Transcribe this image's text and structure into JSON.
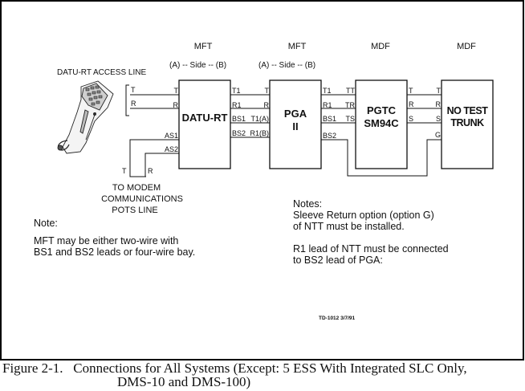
{
  "diagram": {
    "headers": {
      "col1": "MFT",
      "col2": "MFT",
      "col3": "MDF",
      "col4": "MDF",
      "side1": "(A) -- Side -- (B)",
      "side2": "(A) -- Side -- (B)"
    },
    "access_line_label": "DATU-RT ACCESS LINE",
    "handset_icon": "test-handset-icon",
    "boxes": {
      "datu": "DATU-RT",
      "pga_line1": "PGA",
      "pga_line2": "II",
      "pgtc_line1": "PGTC",
      "pgtc_line2": "SM94C",
      "ntt_line1": "NO TEST",
      "ntt_line2": "TRUNK"
    },
    "leads": {
      "access_t": "T",
      "access_r": "R",
      "datu_in_t": "T",
      "datu_in_r": "R",
      "datu_as1": "AS1",
      "datu_as2": "AS2",
      "datu_out_t1": "T1",
      "datu_out_r1": "R1",
      "datu_out_bs1": "BS1",
      "datu_out_bs2": "BS2",
      "pga_in_t": "T",
      "pga_in_r": "R",
      "pga_in_t1a": "T1(A)",
      "pga_in_r1b": "R1(B)",
      "pga_out_t1": "T1",
      "pga_out_r1": "R1",
      "pga_out_bs1": "BS1",
      "pga_out_bs2": "BS2",
      "pgtc_in_tt": "TT",
      "pgtc_in_tr": "TR",
      "pgtc_in_ts": "TS",
      "pgtc_out_t": "T",
      "pgtc_out_r": "R",
      "pgtc_out_s": "S",
      "ntt_in_t": "T",
      "ntt_in_r": "R",
      "ntt_in_s": "S",
      "ntt_in_g": "G",
      "modem_t": "T",
      "modem_r": "R"
    },
    "modem_label": [
      "TO MODEM",
      "COMMUNICATIONS",
      "POTS LINE"
    ],
    "note_left": {
      "title": "Note:",
      "lines": [
        "MFT may be either two-wire with",
        "BS1 and BS2 leads or four-wire bay."
      ]
    },
    "notes_right": {
      "title": "Notes:",
      "lines": [
        "Sleeve Return option (option G)",
        "of NTT must be installed.",
        "",
        "R1 lead of NTT must be connected",
        "to BS2 lead of PGA:"
      ]
    },
    "drawing_id": "TD-1012  3/7/91"
  },
  "caption": {
    "line1": "Figure 2-1.   Connections for All Systems (Except: 5 ESS With Integrated SLC Only,",
    "line2": "DMS-10 and DMS-100)"
  }
}
